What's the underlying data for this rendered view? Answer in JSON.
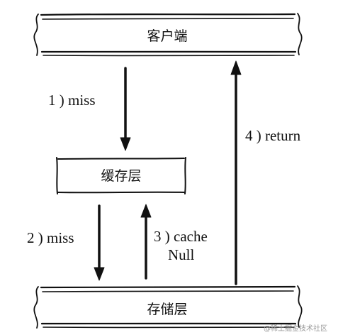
{
  "nodes": {
    "client": {
      "label": "客户端"
    },
    "cache": {
      "label": "缓存层"
    },
    "storage": {
      "label": "存储层"
    }
  },
  "edges": {
    "client_to_cache": {
      "label": "1 ) miss"
    },
    "cache_to_storage": {
      "label": "2 ) miss"
    },
    "storage_to_cache": {
      "label_line1": "3 ) cache",
      "label_line2": "Null"
    },
    "storage_to_client": {
      "label": "4 ) return"
    }
  },
  "watermark": {
    "text": "@稀土掘金技术社区"
  }
}
